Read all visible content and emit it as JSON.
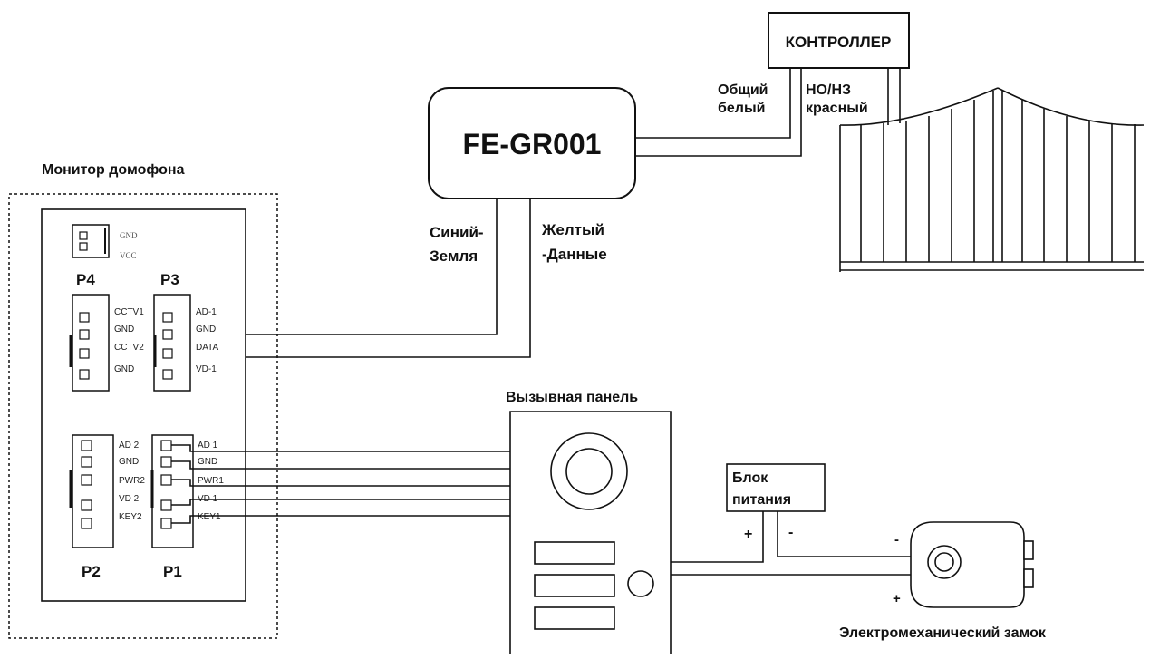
{
  "controller": {
    "label": "КОНТРОЛЛЕР"
  },
  "module": {
    "label": "FE-GR001"
  },
  "wires_top": {
    "common_line1": "Общий",
    "common_line2": "белый",
    "no_nc_line1": "НО/НЗ",
    "no_nc_line2": "красный"
  },
  "wires_bottom": {
    "blue_line1": "Синий-",
    "blue_line2": "Земля",
    "yellow_line1": "Желтый",
    "yellow_line2": "-Данные"
  },
  "monitor": {
    "title": "Монитор домофона",
    "p4": {
      "name": "P4",
      "pins": [
        "GND",
        "VCC"
      ]
    },
    "p3": {
      "name": "P3",
      "pins": [
        "AD-1",
        "GND",
        "DATA",
        "VD-1"
      ]
    },
    "p3_left": [
      "CCTV1",
      "GND",
      "CCTV2",
      "GND"
    ],
    "p2": {
      "name": "P2",
      "pins": [
        "AD 2",
        "GND",
        "PWR2",
        "VD 2",
        "KEY2"
      ]
    },
    "p1": {
      "name": "P1",
      "pins": [
        "AD 1",
        "GND",
        "PWR1",
        "VD 1",
        "KEY1"
      ]
    }
  },
  "call_panel": {
    "title": "Вызывная панель"
  },
  "power_supply": {
    "line1": "Блок",
    "line2": "питания",
    "plus": "+",
    "minus": "-"
  },
  "lock": {
    "title": "Электромеханический замок",
    "minus": "-",
    "plus": "+"
  },
  "colors": {
    "stroke": "#111111",
    "muted": "#555555",
    "background": "#ffffff"
  }
}
